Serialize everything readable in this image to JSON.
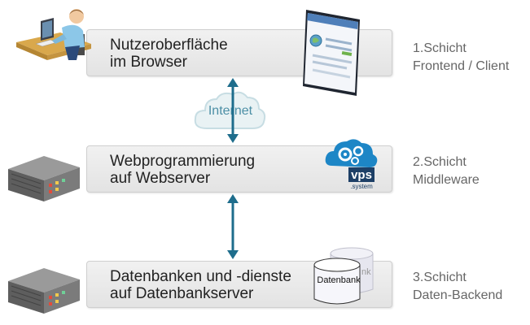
{
  "layers": [
    {
      "id": "frontend",
      "text": "Nutzeroberfläche\nim Browser"
    },
    {
      "id": "middleware",
      "text": "Webprogrammierung\nauf Webserver"
    },
    {
      "id": "backend",
      "text": "Datenbanken und -dienste\nauf Datenbankserver"
    }
  ],
  "tiers": [
    {
      "label": "1.Schicht\nFrontend / Client"
    },
    {
      "label": "2.Schicht\nMiddleware"
    },
    {
      "label": "3.Schicht\nDaten-Backend"
    }
  ],
  "connector": {
    "label": "Internet"
  },
  "vps_logo": {
    "brand": "vps",
    "sub": ".system"
  },
  "database_icon": {
    "label": "Datenbank",
    "back_label": "nk"
  },
  "colors": {
    "arrow": "#1e6d8c",
    "vps_blue": "#1d86c6",
    "cloud_fill": "#e9f2f4",
    "layer_bg": "#e8e8e8",
    "tier_text": "#666666"
  },
  "icons": [
    "user-at-computer-icon",
    "browser-window-icon",
    "cloud-icon",
    "server-icon",
    "vps-cloud-gears-icon",
    "database-icon"
  ]
}
